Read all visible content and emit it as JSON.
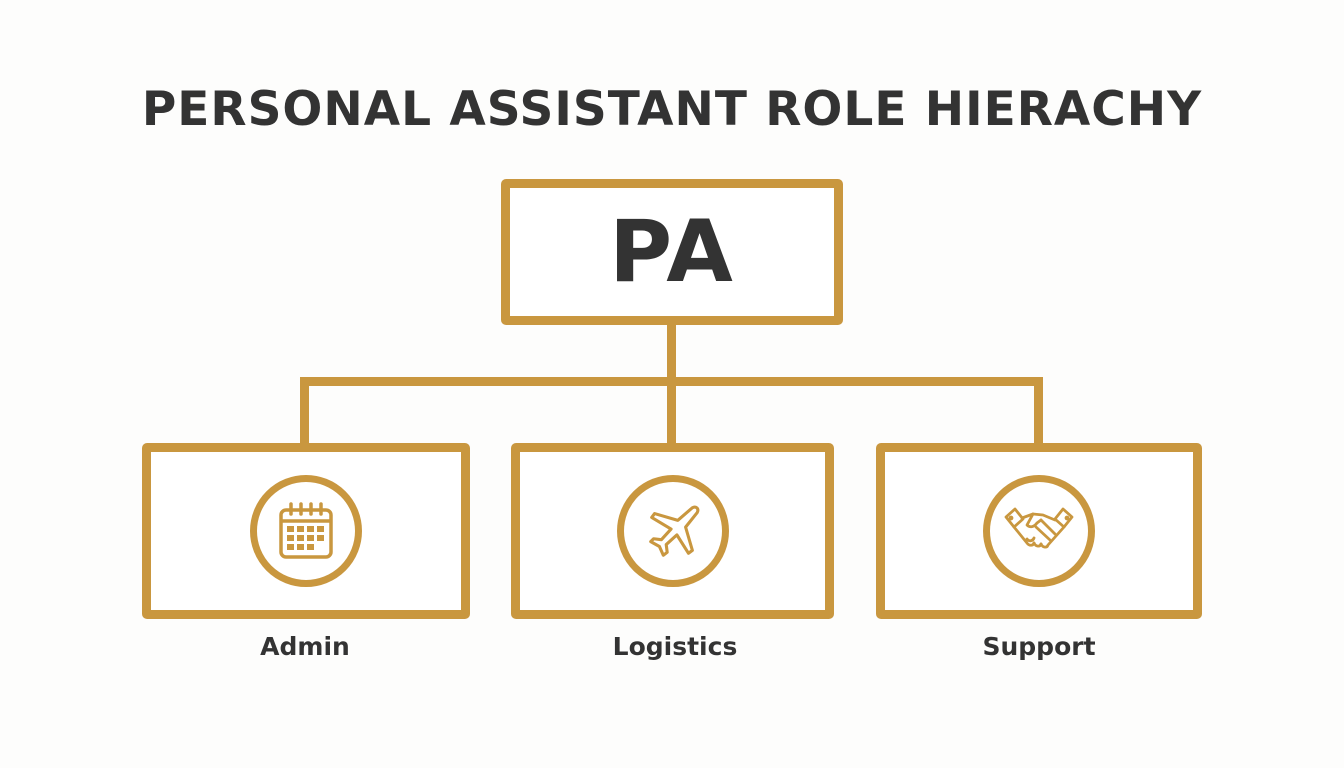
{
  "title": "PERSONAL ASSISTANT ROLE HIERACHY",
  "root": {
    "label": "PA"
  },
  "children": [
    {
      "label": "Admin",
      "icon": "calendar-icon"
    },
    {
      "label": "Logistics",
      "icon": "airplane-icon"
    },
    {
      "label": "Support",
      "icon": "handshake-icon"
    }
  ],
  "colors": {
    "accent": "#C9973F",
    "text": "#333333",
    "background": "#FDFDFC"
  }
}
